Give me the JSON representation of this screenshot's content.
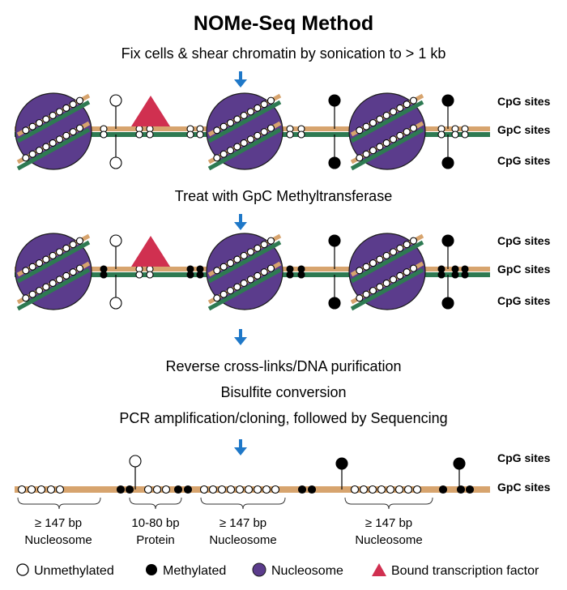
{
  "title": "NOMe-Seq Method",
  "steps": {
    "fix": "Fix cells & shear chromatin by sonication to > 1 kb",
    "treat": "Treat with GpC Methyltransferase",
    "reverse": "Reverse cross-links/DNA purification",
    "bisulfite": "Bisulfite conversion",
    "pcr": "PCR amplification/cloning, followed by Sequencing"
  },
  "site_labels": {
    "cpg": "CpG sites",
    "gpc": "GpC sites"
  },
  "regions": [
    {
      "size": "≥ 147 bp",
      "type": "Nucleosome"
    },
    {
      "size": "10-80 bp",
      "type": "Protein"
    },
    {
      "size": "≥ 147 bp",
      "type": "Nucleosome"
    },
    {
      "size": "≥ 147 bp",
      "type": "Nucleosome"
    }
  ],
  "legend": {
    "unmethylated": "Unmethylated",
    "methylated": "Methylated",
    "nucleosome": "Nucleosome",
    "tf": "Bound transcription factor"
  },
  "colors": {
    "nucleosome": "#5b3c8c",
    "dna_tan": "#d7a46e",
    "dna_green": "#2e7a52",
    "tf": "#d03050",
    "arrow": "#1f78c8",
    "methylated": "#000000",
    "unmethylated": "#ffffff"
  }
}
